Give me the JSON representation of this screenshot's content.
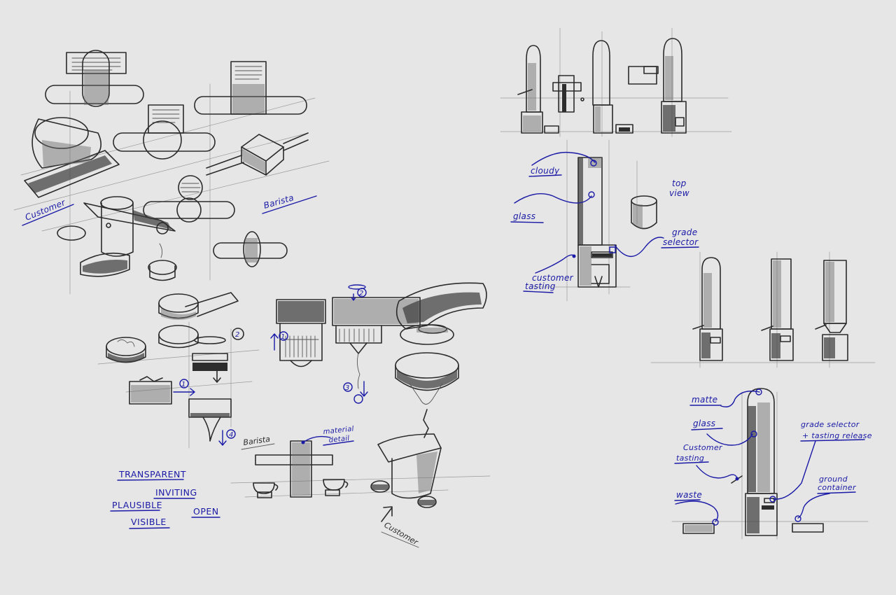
{
  "background_color": "#e6e6e6",
  "pencil_color": "#2b2b2b",
  "ink_color": "#1a1aa6",
  "labels": {
    "customer_top": "Customer",
    "barista_top": "Barista",
    "step_1a": "1",
    "step_2a": "2",
    "step_1b": "1",
    "step_2b": "2",
    "step_3": "3",
    "step_4": "4",
    "barista_mid": "Barista",
    "material_detail_1": "material",
    "material_detail_2": "detail",
    "customer_bottom": "Customer",
    "cloudy": "cloudy",
    "glass_1": "glass",
    "top_view_1": "top",
    "top_view_2": "view",
    "grade_selector_1": "grade",
    "grade_selector_2": "selector",
    "customer_tasting_1a": "customer",
    "customer_tasting_1b": "tasting",
    "matte": "matte",
    "glass_2": "glass",
    "grade_release_1": "grade selector",
    "grade_release_2": "+ tasting release",
    "customer_tasting_2a": "Customer",
    "customer_tasting_2b": "tasting",
    "ground_container_1": "ground",
    "ground_container_2": "container",
    "waste": "waste"
  },
  "keywords": {
    "transparent": "TRANSPARENT",
    "inviting": "INVITING",
    "plausible": "PLAUSIBLE",
    "open": "OPEN",
    "visible": "VISIBLE"
  }
}
